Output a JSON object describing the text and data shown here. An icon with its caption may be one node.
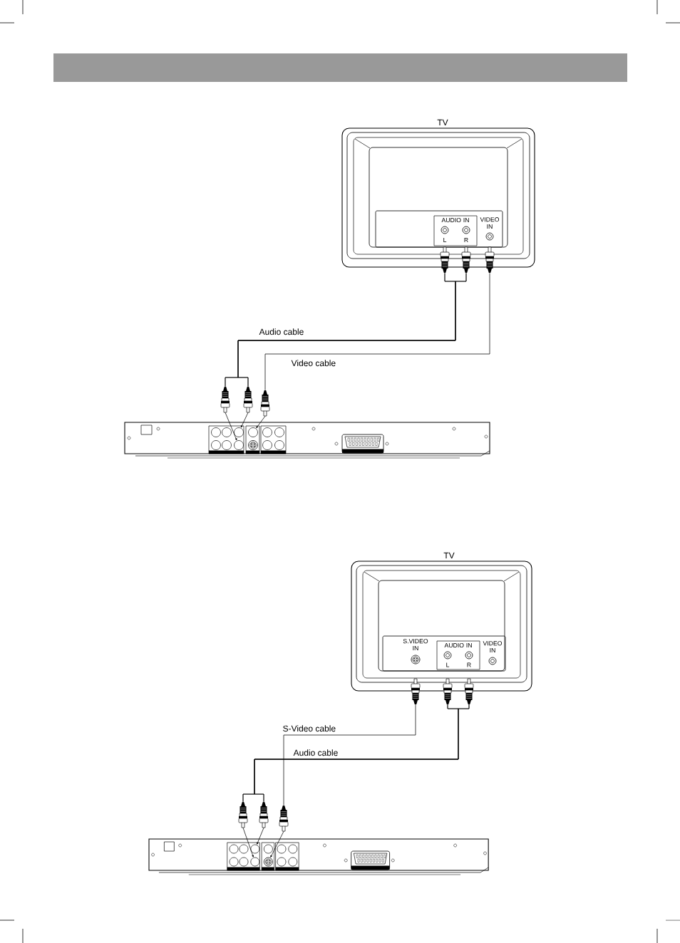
{
  "diagram": {
    "nodes": [
      {
        "text": [
          "TV"
        ]
      },
      {
        "text": [],
        "shape": "box",
        "in": 0
      },
      {
        "text": [
          "AUDIO IN"
        ],
        "in": 1
      },
      {
        "text": [],
        "shape": "circle",
        "in": 2,
        "beside": [
          "L"
        ]
      },
      {
        "text": [],
        "shape": "circle",
        "in": 2,
        "beside": [
          "R"
        ]
      },
      {
        "text": [],
        "shape": "circle",
        "in": 1,
        "beside": [
          "VIDEO IN"
        ]
      },
      {
        "text": [],
        "shape": "picture"
      },
      {
        "text": [],
        "shape": "picture"
      },
      {
        "text": [],
        "shape": "picture"
      },
      {
        "text": [],
        "shape": "picture"
      },
      {
        "text": [],
        "shape": "picture"
      },
      {
        "text": [],
        "shape": "picture"
      },
      {
        "text": [],
        "shape": "picture"
      },
      {
        "text": [],
        "shape": "circle",
        "in": 12
      },
      {
        "text": [],
        "shape": "circle",
        "in": 12
      },
      {
        "text": [],
        "shape": "circle",
        "in": 12
      },
      {
        "text": [
          "TV"
        ]
      },
      {
        "text": [],
        "shape": "box",
        "in": 16
      },
      {
        "text": [],
        "shape": "circle",
        "in": 17,
        "beside": [
          "S.VIDEO IN"
        ]
      },
      {
        "text": [
          "AUDIO IN"
        ],
        "in": 17
      },
      {
        "text": [],
        "shape": "circle",
        "in": 19,
        "beside": [
          "L"
        ]
      },
      {
        "text": [],
        "shape": "circle",
        "in": 19,
        "beside": [
          "R"
        ]
      },
      {
        "text": [],
        "shape": "circle",
        "in": 17,
        "beside": [
          "VIDEO IN"
        ]
      },
      {
        "text": [],
        "shape": "picture"
      },
      {
        "text": [],
        "shape": "picture"
      },
      {
        "text": [],
        "shape": "picture"
      },
      {
        "text": [],
        "shape": "picture"
      },
      {
        "text": [],
        "shape": "picture"
      },
      {
        "text": [],
        "shape": "picture"
      },
      {
        "text": [],
        "shape": "picture"
      },
      {
        "text": [],
        "shape": "circle",
        "in": 29
      },
      {
        "text": [],
        "shape": "circle",
        "in": 29
      },
      {
        "text": [],
        "shape": "circle",
        "in": 29
      }
    ],
    "edges": [
      {
        "from": 6,
        "to": 9,
        "arrow": "none",
        "label": "Audio cable"
      },
      {
        "from": 6,
        "to": 10,
        "arrow": "none"
      },
      {
        "from": 7,
        "to": 9,
        "arrow": "none"
      },
      {
        "from": 7,
        "to": 10,
        "arrow": "none"
      },
      {
        "from": 8,
        "to": 11,
        "arrow": "none",
        "label": "Video cable"
      },
      {
        "from": 9,
        "to": 14,
        "arrow": "to"
      },
      {
        "from": 10,
        "to": 13,
        "arrow": "to"
      },
      {
        "from": 11,
        "to": 15,
        "arrow": "to"
      },
      {
        "from": 23,
        "to": 28,
        "arrow": "none",
        "label": "S-Video cable"
      },
      {
        "from": 24,
        "to": 26,
        "arrow": "none",
        "label": "Audio cable"
      },
      {
        "from": 24,
        "to": 27,
        "arrow": "none"
      },
      {
        "from": 25,
        "to": 26,
        "arrow": "none"
      },
      {
        "from": 25,
        "to": 27,
        "arrow": "none"
      },
      {
        "from": 26,
        "to": 31,
        "arrow": "to"
      },
      {
        "from": 27,
        "to": 30,
        "arrow": "to"
      },
      {
        "from": 28,
        "to": 32,
        "arrow": "to"
      }
    ]
  }
}
